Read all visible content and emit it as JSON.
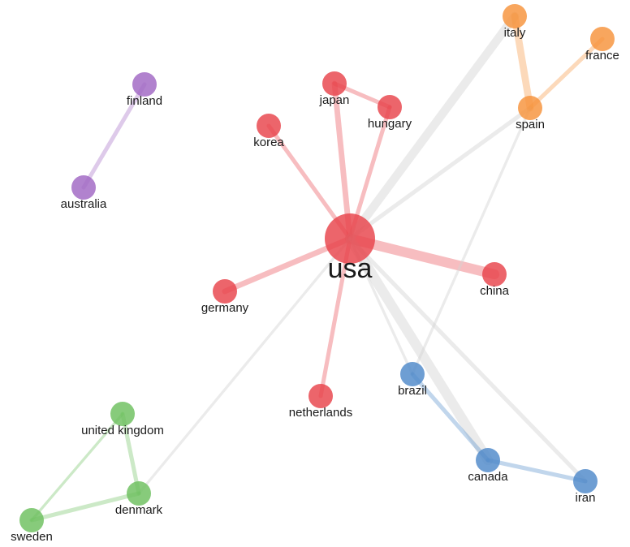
{
  "colors": {
    "red": "#e8434b",
    "orange": "#f6923a",
    "blue": "#4e89c9",
    "green": "#6cbf5e",
    "purple": "#a066c3",
    "grey": "#d2d2d2"
  },
  "nodes": [
    {
      "id": "usa",
      "label": "usa",
      "cluster": "red",
      "weight": 5
    },
    {
      "id": "japan",
      "label": "japan",
      "cluster": "red",
      "weight": 1
    },
    {
      "id": "hungary",
      "label": "hungary",
      "cluster": "red",
      "weight": 1
    },
    {
      "id": "korea",
      "label": "korea",
      "cluster": "red",
      "weight": 1
    },
    {
      "id": "china",
      "label": "china",
      "cluster": "red",
      "weight": 1
    },
    {
      "id": "germany",
      "label": "germany",
      "cluster": "red",
      "weight": 1
    },
    {
      "id": "netherlands",
      "label": "netherlands",
      "cluster": "red",
      "weight": 1
    },
    {
      "id": "italy",
      "label": "italy",
      "cluster": "orange",
      "weight": 1
    },
    {
      "id": "france",
      "label": "france",
      "cluster": "orange",
      "weight": 1
    },
    {
      "id": "spain",
      "label": "spain",
      "cluster": "orange",
      "weight": 1
    },
    {
      "id": "finland",
      "label": "finland",
      "cluster": "purple",
      "weight": 1
    },
    {
      "id": "australia",
      "label": "australia",
      "cluster": "purple",
      "weight": 1
    },
    {
      "id": "brazil",
      "label": "brazil",
      "cluster": "blue",
      "weight": 1
    },
    {
      "id": "canada",
      "label": "canada",
      "cluster": "blue",
      "weight": 1
    },
    {
      "id": "iran",
      "label": "iran",
      "cluster": "blue",
      "weight": 1
    },
    {
      "id": "united_kingdom",
      "label": "united kingdom",
      "cluster": "green",
      "weight": 1
    },
    {
      "id": "denmark",
      "label": "denmark",
      "cluster": "green",
      "weight": 1
    },
    {
      "id": "sweden",
      "label": "sweden",
      "cluster": "green",
      "weight": 1
    }
  ],
  "edges": [
    {
      "source": "usa",
      "target": "japan",
      "strength": 3
    },
    {
      "source": "usa",
      "target": "hungary",
      "strength": 2
    },
    {
      "source": "japan",
      "target": "hungary",
      "strength": 2
    },
    {
      "source": "usa",
      "target": "korea",
      "strength": 2
    },
    {
      "source": "usa",
      "target": "china",
      "strength": 6
    },
    {
      "source": "usa",
      "target": "germany",
      "strength": 3
    },
    {
      "source": "usa",
      "target": "netherlands",
      "strength": 2
    },
    {
      "source": "usa",
      "target": "italy",
      "strength": 5
    },
    {
      "source": "usa",
      "target": "spain",
      "strength": 2
    },
    {
      "source": "italy",
      "target": "spain",
      "strength": 4
    },
    {
      "source": "spain",
      "target": "france",
      "strength": 2
    },
    {
      "source": "finland",
      "target": "australia",
      "strength": 2
    },
    {
      "source": "usa",
      "target": "canada",
      "strength": 6
    },
    {
      "source": "usa",
      "target": "iran",
      "strength": 2
    },
    {
      "source": "usa",
      "target": "brazil",
      "strength": 1
    },
    {
      "source": "spain",
      "target": "brazil",
      "strength": 1
    },
    {
      "source": "brazil",
      "target": "canada",
      "strength": 2
    },
    {
      "source": "canada",
      "target": "iran",
      "strength": 2
    },
    {
      "source": "usa",
      "target": "denmark",
      "strength": 1
    },
    {
      "source": "united_kingdom",
      "target": "denmark",
      "strength": 2
    },
    {
      "source": "united_kingdom",
      "target": "sweden",
      "strength": 1
    },
    {
      "source": "denmark",
      "target": "sweden",
      "strength": 2
    }
  ]
}
